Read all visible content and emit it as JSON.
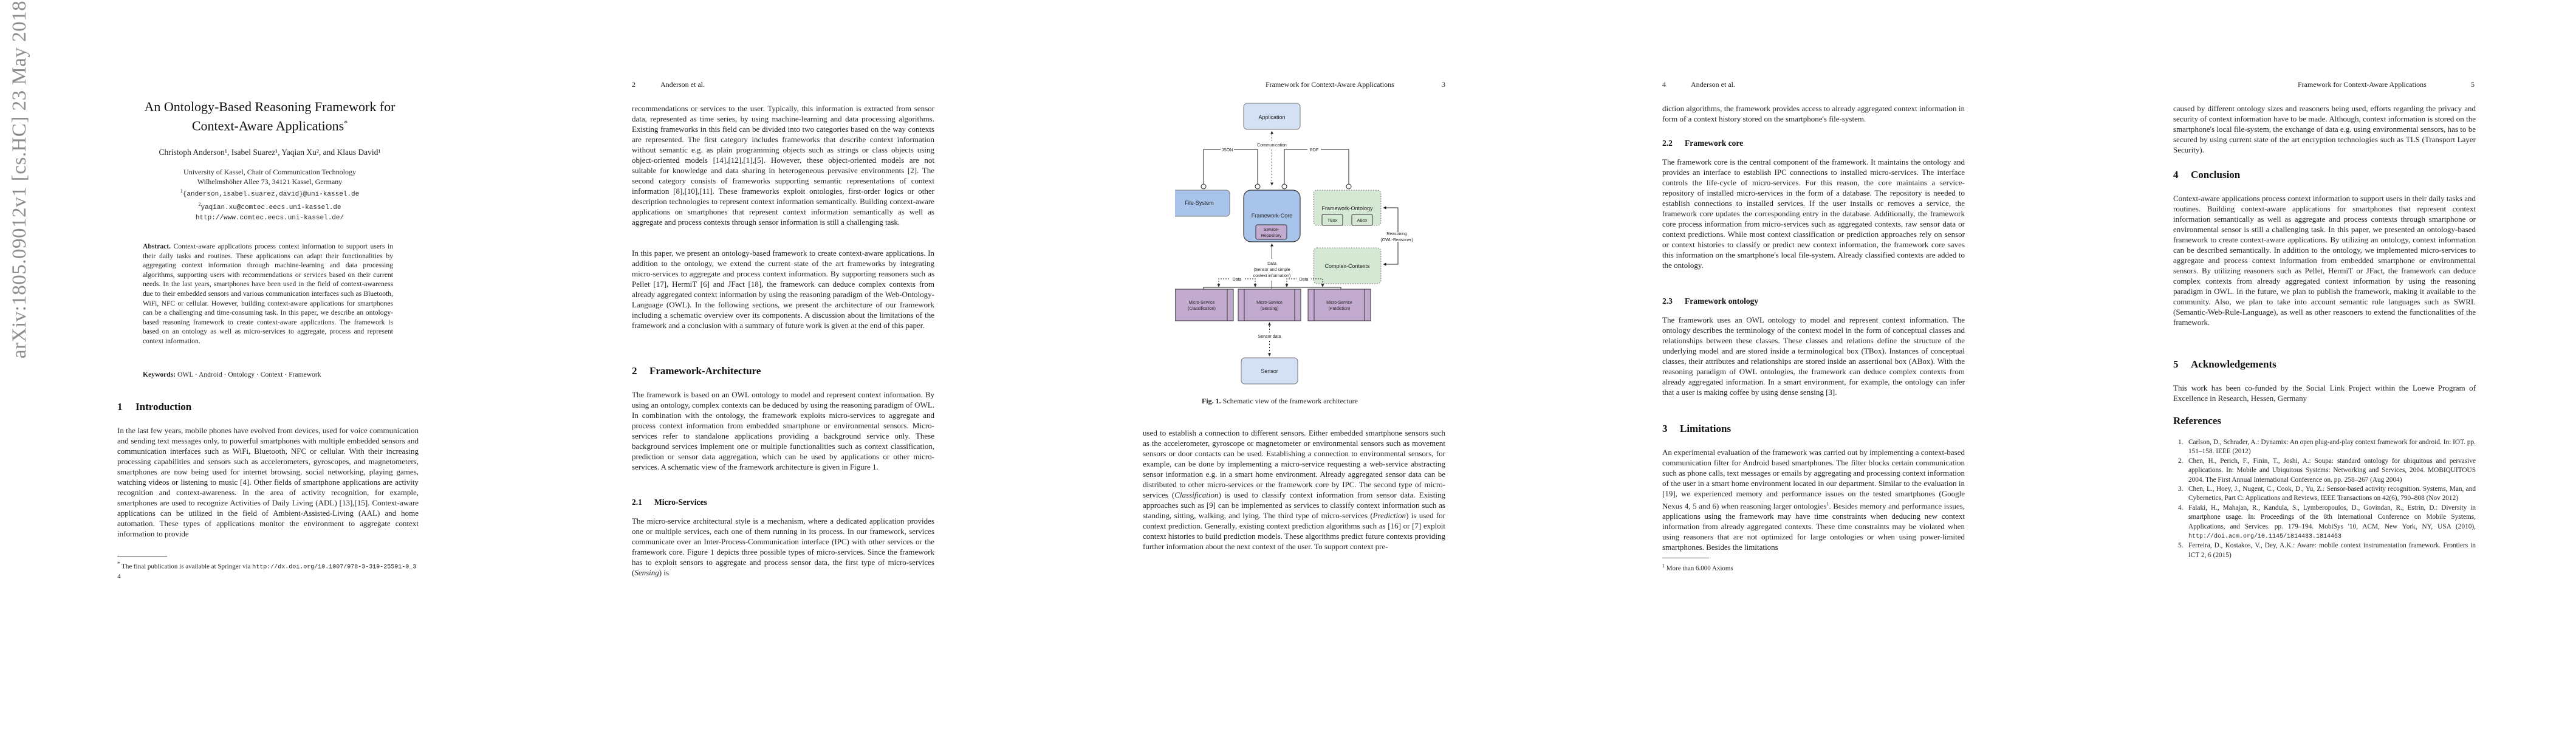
{
  "arxiv_stamp": "arXiv:1805.09012v1  [cs.HC]  23 May 2018",
  "page1": {
    "title_line1": "An Ontology-Based Reasoning Framework for",
    "title_line2": "Context-Aware Applications",
    "title_mark": "*",
    "authors": [
      {
        "name": "Christoph Anderson",
        "sup": "1"
      },
      {
        "name": "Isabel Suarez",
        "sup": "1"
      },
      {
        "name": "Yaqian Xu",
        "sup": "2"
      },
      {
        "name": "Klaus David",
        "sup": "1"
      }
    ],
    "authors_text": "Christoph Anderson¹, Isabel Suarez¹, Yaqian Xu², and Klaus David¹",
    "affiliation_line1": "University of Kassel, Chair of Communication Technology",
    "affiliation_line2": "Wilhelmshöher Allee 73, 34121 Kassel, Germany",
    "email1_sup": "1",
    "email1": "{anderson,isabel.suarez,david}@uni-kassel.de",
    "email2_sup": "2",
    "email2": "yaqian.xu@comtec.eecs.uni-kassel.de",
    "website": "http://www.comtec.eecs.uni-kassel.de/",
    "abstract_label": "Abstract.",
    "abstract_text": "Context-aware applications process context information to support users in their daily tasks and routines. These applications can adapt their functionalities by aggregating context information through machine-learning and data processing algorithms, supporting users with recommendations or services based on their current needs. In the last years, smartphones have been used in the field of context-awareness due to their embedded sensors and various communication interfaces such as Bluetooth, WiFi, NFC or cellular. However, building context-aware applications for smartphones can be a challenging and time-consuming task. In this paper, we describe an ontology-based reasoning framework to create context-aware applications. The framework is based on an ontology as well as micro-services to aggregate, process and represent context information.",
    "keywords_label": "Keywords:",
    "keywords": "OWL · Android · Ontology · Context · Framework",
    "section1_num": "1",
    "section1_title": "Introduction",
    "intro_text": "In the last few years, mobile phones have evolved from devices, used for voice communication and sending text messages only, to powerful smartphones with multiple embedded sensors and communication interfaces such as WiFi, Bluetooth, NFC or cellular. With their increasing processing capabilities and sensors such as accelerometers, gyroscopes, and magnetometers, smartphones are now being used for internet browsing, social networking, playing games, watching videos or listening to music [4]. Other fields of smartphone applications are activity recognition and context-awareness. In the area of activity recognition, for example, smartphones are used to recognize Activities of Daily Living (ADL) [13],[15]. Context-aware applications can be utilized in the field of Ambient-Assisted-Living (AAL) and home automation. These types of applications monitor the environment to aggregate context information to provide",
    "footnote_mark": "*",
    "footnote_text": "The final publication is available at Springer via",
    "footnote_url": "http://dx.doi.org/10.1007/978-3-319-25591-0_34"
  },
  "page2": {
    "page_number": "2",
    "running_head": "Anderson et al.",
    "para1": "recommendations or services to the user. Typically, this information is extracted from sensor data, represented as time series, by using machine-learning and data processing algorithms. Existing frameworks in this field can be divided into two categories based on the way contexts are represented. The first category includes frameworks that describe context information without semantic e.g. as plain programming objects such as strings or class objects using object-oriented models [14],[12],[1],[5]. However, these object-oriented models are not suitable for knowledge and data sharing in heterogeneous pervasive environments [2]. The second category consists of frameworks supporting semantic representations of context information [8],[10],[11]. These frameworks exploit ontologies, first-order logics or other description technologies to represent context information semantically. Building context-aware applications on smartphones that represent context information semantically as well as aggregate and process contexts through sensor information is still a challenging task.",
    "para2": "In this paper, we present an ontology-based framework to create context-aware applications. In addition to the ontology, we extend the current state of the art frameworks by integrating micro-services to aggregate and process context information. By supporting reasoners such as Pellet [17], HermiT [6] and JFact [18], the framework can deduce complex contexts from already aggregated context information by using the reasoning paradigm of the Web-Ontology-Language (OWL). In the following sections, we present the architecture of our framework including a schematic overview over its components. A discussion about the limitations of the framework and a conclusion with a summary of future work is given at the end of this paper.",
    "section2_num": "2",
    "section2_title": "Framework-Architecture",
    "section2_text": "The framework is based on an OWL ontology to model and represent context information. By using an ontology, complex contexts can be deduced by using the reasoning paradigm of OWL. In combination with the ontology, the framework exploits micro-services to aggregate and process context information from embedded smartphone or environmental sensors. Micro-services refer to standalone applications providing a background service only. These background services implement one or multiple functionalities such as context classification, prediction or sensor data aggregation, which can be used by applications or other micro-services. A schematic view of the framework architecture is given in Figure 1.",
    "subsection21_num": "2.1",
    "subsection21_title": "Micro-Services",
    "subsection21_text_a": "The micro-service architectural style is a mechanism, where a dedicated application provides one or multiple services, each one of them running in its process. In our framework, services communicate over an Inter-Process-Communication interface (IPC) with other services or the framework core. Figure 1 depicts three possible types of micro-services. Since the framework has to exploit sensors to aggregate and process sensor data, the first type of micro-services (",
    "subsection21_italic": "Sensing",
    "subsection21_text_b": ") is"
  },
  "page3": {
    "page_number": "3",
    "running_head": "Framework for Context-Aware Applications",
    "figure": {
      "application": "Application",
      "communication": "Communication",
      "json": "JSON",
      "rdf": "RDF",
      "file_system": "File-System",
      "framework_core": "Framework-Core",
      "service_repository_1": "Service-",
      "service_repository_2": "Repository",
      "framework_ontology": "Framework-Ontology",
      "tbox": "TBox",
      "abox": "ABox",
      "reasoning_1": "Reasoning",
      "reasoning_2": "(OWL-Reasoner)",
      "complex_contexts": "Complex-Contexts",
      "data_1": "Data",
      "data_2": "(Sensor and simple",
      "data_3": "context information)",
      "data_link": "Data",
      "ms_classification_1": "Micro-Service",
      "ms_classification_2": "(Classification)",
      "ms_sensing_1": "Micro-Service",
      "ms_sensing_2": "(Sensing)",
      "ms_prediction_1": "Micro-Service",
      "ms_prediction_2": "(Prediction)",
      "sensor_data": "Sensor data",
      "sensor": "Sensor",
      "colors": {
        "light_blue": "#d4e1f5",
        "blue": "#a9c4eb",
        "green": "#d5e8d4",
        "purple": "#c3abd0",
        "stroke": "#333333"
      }
    },
    "caption_label": "Fig. 1.",
    "caption_text": "Schematic view of the framework architecture",
    "body_text_a": "used to establish a connection to different sensors. Either embedded smartphone sensors such as the accelerometer, gyroscope or magnetometer or environmental sensors such as movement sensors or door contacts can be used. Establishing a connection to environmental sensors, for example, can be done by implementing a micro-service requesting a web-service abstracting sensor information e.g. in a smart home environment. Already aggregated sensor data can be distributed to other micro-services or the framework core by IPC. The second type of micro-services (",
    "italic_classification": "Classification",
    "body_text_b": ") is used to classify context information from sensor data. Existing approaches such as [9] can be implemented as services to classify context information such as standing, sitting, walking, and lying. The third type of micro-services (",
    "italic_prediction": "Prediction",
    "body_text_c": ") is used for context prediction. Generally, existing context prediction algorithms such as [16] or [7] exploit context histories to build prediction models. These algorithms predict future contexts providing further information about the next context of the user. To support context pre-"
  },
  "page4": {
    "page_number": "4",
    "running_head": "Anderson et al.",
    "para1": "diction algorithms, the framework provides access to already aggregated context information in form of a context history stored on the smartphone's file-system.",
    "subsection22_num": "2.2",
    "subsection22_title": "Framework core",
    "subsection22_text": "The framework core is the central component of the framework. It maintains the ontology and provides an interface to establish IPC connections to installed micro-services. The interface controls the life-cycle of micro-services. For this reason, the core maintains a service-repository of installed micro-services in the form of a database. The repository is needed to establish connections to installed services. If the user installs or removes a service, the framework core updates the corresponding entry in the database. Additionally, the framework core process information from micro-services such as aggregated contexts, raw sensor data or context predictions. While most context classification or prediction approaches rely on sensor or context histories to classify or predict new context information, the framework core saves this information on the smartphone's local file-system. Already classified contexts are added to the ontology.",
    "subsection23_num": "2.3",
    "subsection23_title": "Framework ontology",
    "subsection23_text": "The framework uses an OWL ontology to model and represent context information. The ontology describes the terminology of the context model in the form of conceptual classes and relationships between these classes. These classes and relations define the structure of the underlying model and are stored inside a terminological box (TBox). Instances of conceptual classes, their attributes and relationships are stored inside an assertional box (ABox). With the reasoning paradigm of OWL ontologies, the framework can deduce complex contexts from already aggregated information. In a smart environment, for example, the ontology can infer that a user is making coffee by using dense sensing [3].",
    "section3_num": "3",
    "section3_title": "Limitations",
    "section3_text_a": "An experimental evaluation of the framework was carried out by implementing a context-based communication filter for Android based smartphones. The filter blocks certain communication such as phone calls, text messages or emails by aggregating and processing context information of the user in a smart home environment located in our department. Similar to the evaluation in [19], we experienced memory and performance issues on the tested smartphones (Google Nexus 4, 5 and 6) when reasoning larger ontologies",
    "section3_fn_mark": "1",
    "section3_text_b": ". Besides memory and performance issues, applications using the framework may have time constraints when deducing new context information from already aggregated contexts. These time constraints may be violated when using reasoners that are not optimized for large ontologies or when using power-limited smartphones. Besides the limitations",
    "footnote_mark": "1",
    "footnote_text": "More than 6.000 Axioms"
  },
  "page5": {
    "page_number": "5",
    "running_head": "Framework for Context-Aware Applications",
    "para1": "caused by different ontology sizes and reasoners being used, efforts regarding the privacy and security of context information have to be made. Although, context information is stored on the smartphone's local file-system, the exchange of data e.g. using environmental sensors, has to be secured by using current state of the art encryption technologies such as TLS (Transport Layer Security).",
    "section4_num": "4",
    "section4_title": "Conclusion",
    "section4_text": "Context-aware applications process context information to support users in their daily tasks and routines. Building context-aware applications for smartphones that represent context information semantically as well as aggregate and process contexts through smartphone or environmental sensor is still a challenging task. In this paper, we presented an ontology-based framework to create context-aware applications. By utilizing an ontology, context information can be described semantically. In addition to the ontology, we implemented micro-services to aggregate and process context information from embedded smartphone or environmental sensors. By utilizing reasoners such as Pellet, HermiT or JFact, the framework can deduce complex contexts from already aggregated context information by using the reasoning paradigm in OWL. In the future, we plan to publish the framework, making it available to the community. Also, we plan to take into account semantic rule languages such as SWRL (Semantic-Web-Rule-Language), as well as other reasoners to extend the functionalities of the framework.",
    "section5_num": "5",
    "section5_title": "Acknowledgements",
    "section5_text": "This work has been co-funded by the Social Link Project within the Loewe Program of Excellence in Research, Hessen, Germany",
    "references_title": "References",
    "references": [
      {
        "num": "1.",
        "text": "Carlson, D., Schrader, A.: Dynamix: An open plug-and-play context framework for android. In: IOT. pp. 151–158. IEEE (2012)"
      },
      {
        "num": "2.",
        "text": "Chen, H., Perich, F., Finin, T., Joshi, A.: Soupa: standard ontology for ubiquitous and pervasive applications. In: Mobile and Ubiquitous Systems: Networking and Services, 2004. MOBIQUITOUS 2004. The First Annual International Conference on. pp. 258–267 (Aug 2004)"
      },
      {
        "num": "3.",
        "text": "Chen, L., Hoey, J., Nugent, C., Cook, D., Yu, Z.: Sensor-based activity recognition. Systems, Man, and Cybernetics, Part C: Applications and Reviews, IEEE Transactions on 42(6), 790–808 (Nov 2012)"
      },
      {
        "num": "4.",
        "text": "Falaki, H., Mahajan, R., Kandula, S., Lymberopoulos, D., Govindan, R., Estrin, D.: Diversity in smartphone usage. In: Proceedings of the 8th International Conference on Mobile Systems, Applications, and Services. pp. 179–194. MobiSys '10, ACM, New York, NY, USA (2010),",
        "url": "http://doi.acm.org/10.1145/1814433.1814453"
      },
      {
        "num": "5.",
        "text": "Ferreira, D., Kostakos, V., Dey, A.K.: Aware: mobile context instrumentation framework. Frontiers in ICT 2,  6 (2015)"
      }
    ]
  }
}
